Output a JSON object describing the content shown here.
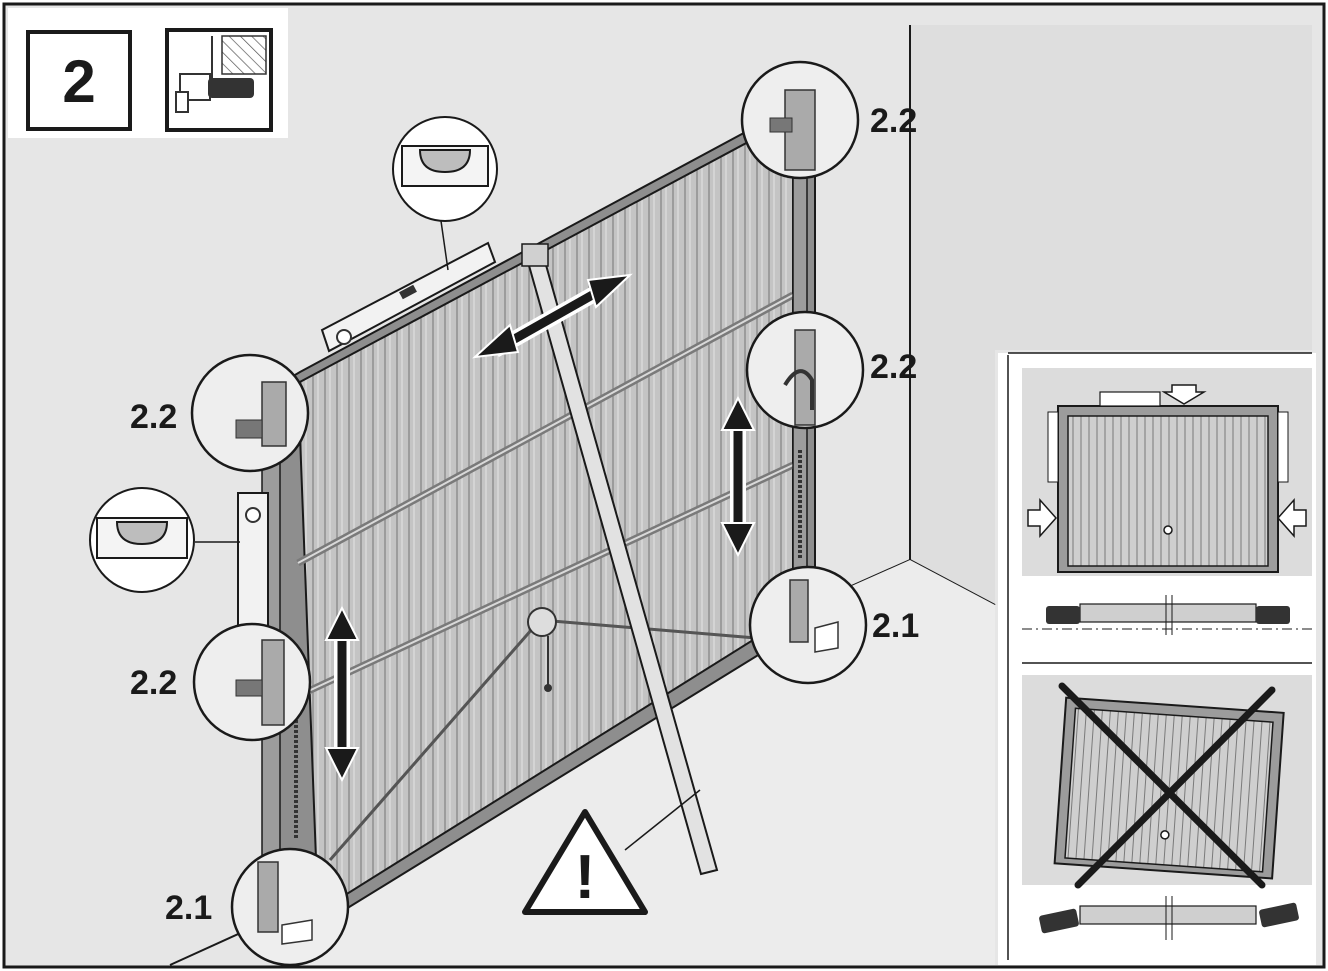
{
  "step": {
    "number": "2"
  },
  "callouts": {
    "top_right": "2.2",
    "mid_right": "2.2",
    "left_upper": "2.2",
    "left_lower": "2.2",
    "bottom_right": "2.1",
    "bottom_left": "2.1"
  },
  "warning": {
    "symbol": "!"
  },
  "colors": {
    "background": "#e6e6e6",
    "line": "#1a1a1a",
    "door_fill": "#bdbdbd",
    "frame": "#8e8e8e"
  },
  "icons": [
    "step-tool-icon",
    "spirit-level-icon",
    "warning-triangle-icon",
    "double-arrow-icon",
    "correct-icon",
    "incorrect-icon"
  ]
}
